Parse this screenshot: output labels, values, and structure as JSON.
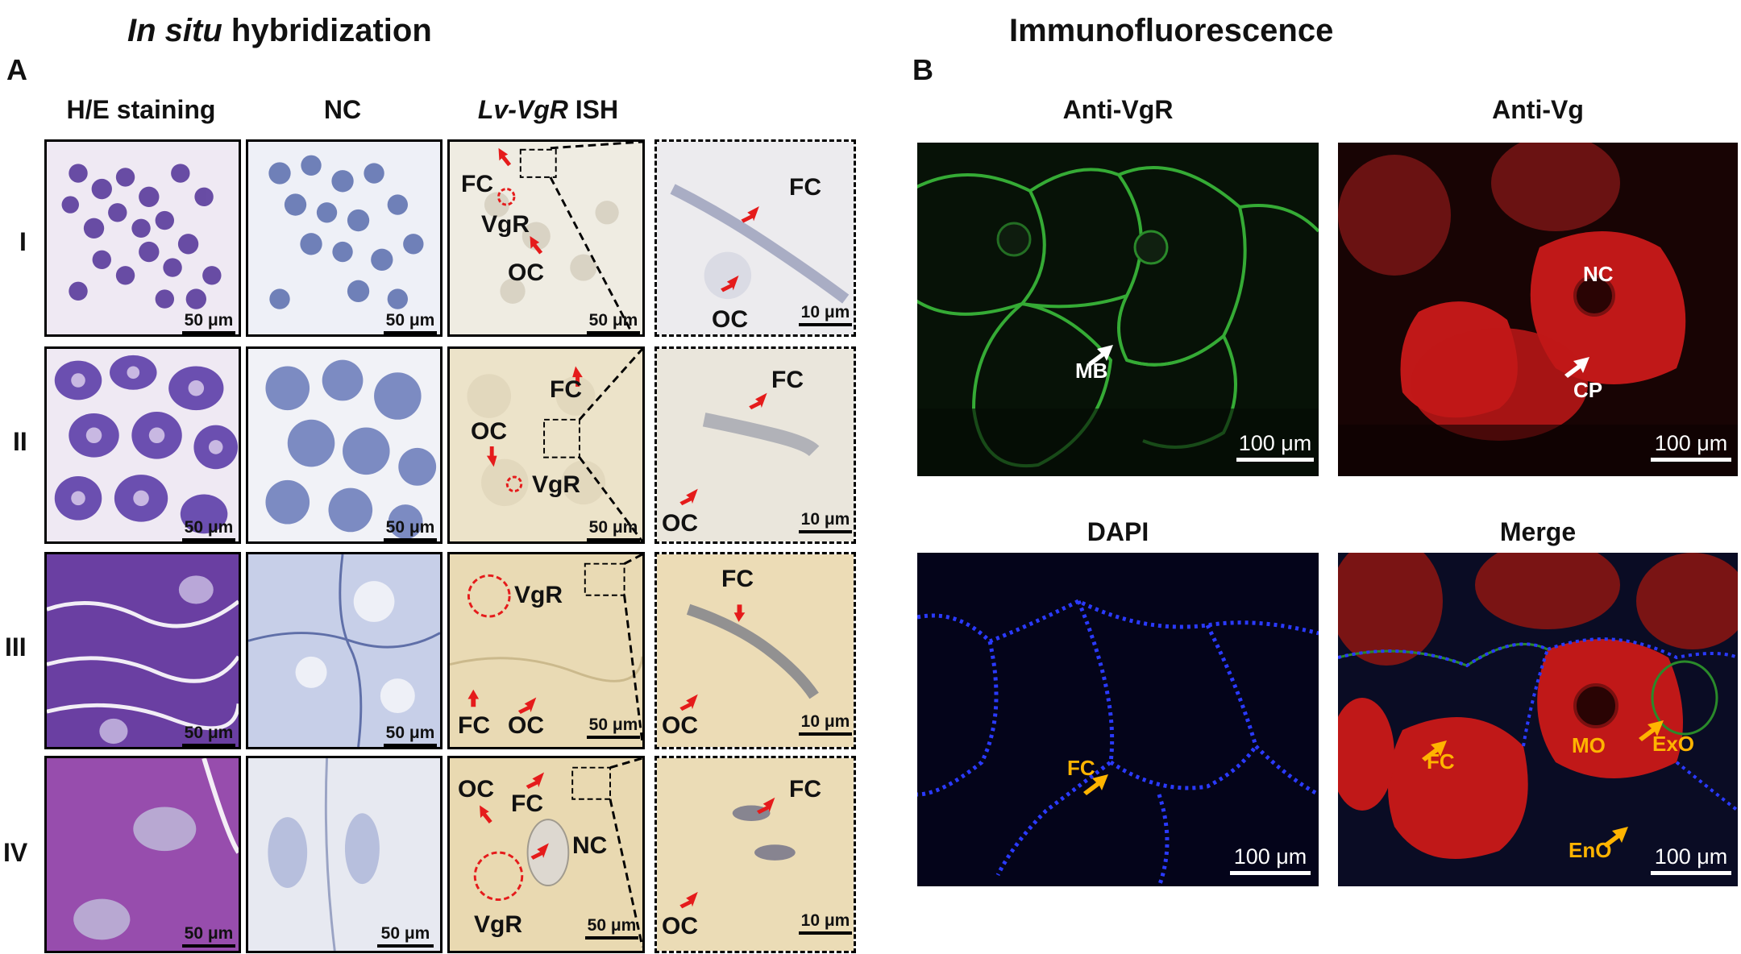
{
  "panelA": {
    "title_italic": "In situ",
    "title_rest": " hybridization",
    "letter": "A",
    "col_he": "H/E staining",
    "col_nc": "NC",
    "col_ish_italic": "Lv-VgR",
    "col_ish_rest": " ISH",
    "rows": [
      "I",
      "II",
      "III",
      "IV"
    ]
  },
  "panelB": {
    "title": "Immunofluorescence",
    "letter": "B",
    "anti_vgr": "Anti-VgR",
    "anti_vg": "Anti-Vg",
    "dapi": "DAPI",
    "merge": "Merge"
  },
  "labels": {
    "FC": "FC",
    "OC": "OC",
    "VgR": "VgR",
    "NC": "NC",
    "MB": "MB",
    "CP": "CP",
    "MO": "MO",
    "ExO": "ExO",
    "EnO": "EnO"
  },
  "scale": {
    "s50": "50 μm",
    "s10": "10 μm",
    "s100": "100 μm"
  },
  "colors": {
    "he": "#6a4aa8",
    "nc": "#c8d2ea",
    "ish": "#ece2c6",
    "red_arrow": "#e51b1b",
    "green": "#39c239",
    "red_if": "#c01818",
    "blue": "#2a3aff",
    "yellow_arrow": "#ffb400"
  }
}
